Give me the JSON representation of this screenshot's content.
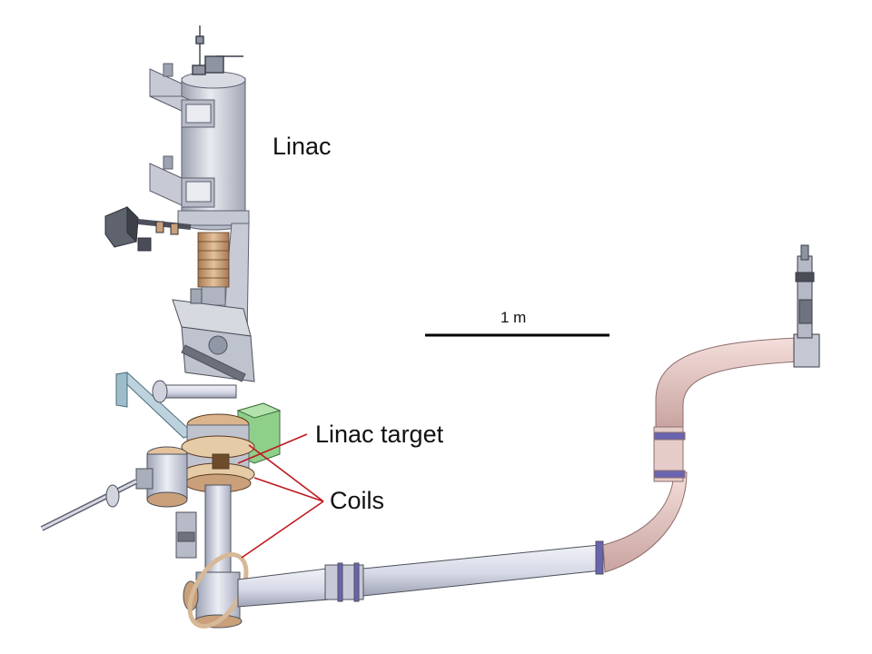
{
  "labels": {
    "linac": "Linac",
    "linac_target": "Linac target",
    "coils": "Coils",
    "scale_bar": "1 m"
  },
  "colors": {
    "background": "#ffffff",
    "steel": "#c9ccd6",
    "steel_dark": "#8e93a2",
    "pipe": "#dfe2ee",
    "copper": "#c9a07a",
    "bend_pink": "#e7c7c3",
    "coil_ring": "#e8cfb4",
    "green_box": "#8ecf8a",
    "flange_purple": "#6a63b0",
    "pointer_red": "#c0181f",
    "scale_bar": "#000000"
  }
}
